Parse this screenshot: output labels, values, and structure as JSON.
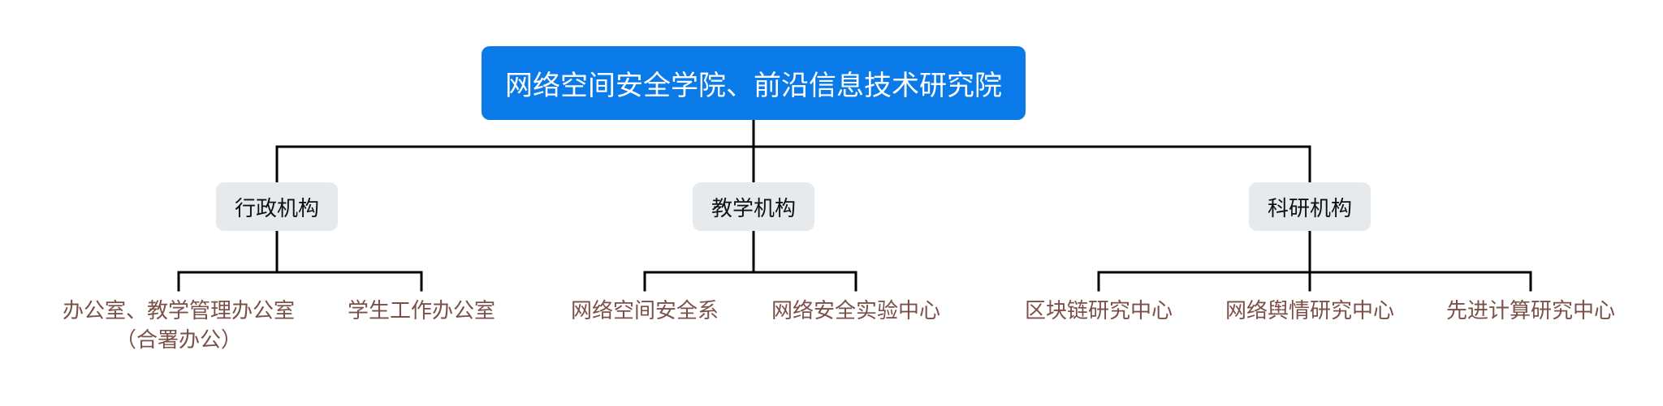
{
  "root": {
    "label": "网络空间安全学院、前沿信息技术研究院"
  },
  "branches": [
    {
      "label": "行政机构",
      "children": [
        {
          "lines": [
            "办公室、教学管理办公室",
            "（合署办公）"
          ]
        },
        {
          "lines": [
            "学生工作办公室"
          ]
        }
      ]
    },
    {
      "label": "教学机构",
      "children": [
        {
          "lines": [
            "网络空间安全系"
          ]
        },
        {
          "lines": [
            "网络安全实验中心"
          ]
        }
      ]
    },
    {
      "label": "科研机构",
      "children": [
        {
          "lines": [
            "区块链研究中心"
          ]
        },
        {
          "lines": [
            "网络舆情研究中心"
          ]
        },
        {
          "lines": [
            "先进计算研究中心"
          ]
        }
      ]
    }
  ],
  "colors": {
    "root_fill": "#0a7ae8",
    "root_text": "#ffffff",
    "branch_fill": "#e7eaed",
    "branch_text": "#111111",
    "leaf_text": "#7b5048",
    "connector": "#000000"
  }
}
